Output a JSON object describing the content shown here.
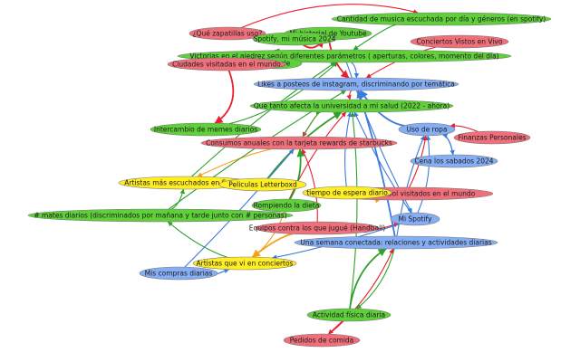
{
  "colors": {
    "red": "#ef6f7b",
    "green": "#5fd03a",
    "blue": "#86aef4",
    "yellow": "#ffee22",
    "edge_red": "#e8202f",
    "edge_green": "#2ea12a",
    "edge_blue": "#3a7bdc",
    "edge_orange": "#f4a01c",
    "node_stroke": "#7a7a7a"
  },
  "nodes": [
    {
      "id": "cantidad",
      "label": "Cantidad de musica escuchada por día y géneros (en spotify)",
      "color": "green"
    },
    {
      "id": "zapatillas",
      "label": "¿Qué zapatillas uso?",
      "color": "red"
    },
    {
      "id": "historial",
      "label": "Mi historial de Youtube",
      "color": "green"
    },
    {
      "id": "conciertos_vistos",
      "label": "Conciertos Vistos en Vivo",
      "color": "red"
    },
    {
      "id": "mimusica",
      "label": "Spotify, mi música 2024",
      "color": "green"
    },
    {
      "id": "victorias",
      "label": "Victorias en el ajedrez según diferentes parámetros ( aperturas, colores, momento del día)",
      "color": "green"
    },
    {
      "id": "google",
      "label": "Google",
      "color": "green"
    },
    {
      "id": "ciudades",
      "label": "Ciudades visitadas en el mundo",
      "color": "red"
    },
    {
      "id": "likes",
      "label": "Likes a posteos de instagram, discriminando por temática",
      "color": "blue"
    },
    {
      "id": "universidad",
      "label": "Que tanto afecta la universidad a mi salud (2022 - ahora)",
      "color": "green"
    },
    {
      "id": "memes",
      "label": "Intercambio de memes diarios",
      "color": "green"
    },
    {
      "id": "ropa",
      "label": "Uso de ropa",
      "color": "blue"
    },
    {
      "id": "finanzas",
      "label": "Finanzas Personales",
      "color": "red"
    },
    {
      "id": "starbucks",
      "label": "Consumos anuales con la tarjeta rewards de starbucks",
      "color": "red"
    },
    {
      "id": "cena",
      "label": "Cena los sabados 2024",
      "color": "blue"
    },
    {
      "id": "artistas_spotify",
      "label": "Artistas más escuchados en Spotify",
      "color": "yellow"
    },
    {
      "id": "letterboxd",
      "label": "Peliculas Letterboxd",
      "color": "yellow"
    },
    {
      "id": "futbol",
      "label": "Estadios de futbol visitados en el mundo",
      "color": "red"
    },
    {
      "id": "espera",
      "label": "tiempo de espera diario",
      "color": "yellow"
    },
    {
      "id": "dieta",
      "label": "Rompiendo la dieta",
      "color": "green"
    },
    {
      "id": "mates",
      "label": "# mates diarios (discriminados por mañana y tarde junto con # personas)",
      "color": "green"
    },
    {
      "id": "mispotify",
      "label": "Mi Spotify",
      "color": "blue"
    },
    {
      "id": "handball",
      "label": "Equipos contra los que jugué (Handball)",
      "color": "red"
    },
    {
      "id": "semana",
      "label": "Una semana conectada: relaciones y actividades diarias",
      "color": "blue"
    },
    {
      "id": "artistas_conciertos",
      "label": "Artistas que vi en conciertos",
      "color": "yellow"
    },
    {
      "id": "compras",
      "label": "Mis compras diarias",
      "color": "blue"
    },
    {
      "id": "actividad",
      "label": "Actividad física diaria",
      "color": "green"
    },
    {
      "id": "pedidos",
      "label": "Pedidos de comida",
      "color": "red"
    }
  ],
  "edges": [
    [
      "mimusica",
      "historial",
      "edge_red"
    ],
    [
      "zapatillas",
      "cantidad",
      "edge_red"
    ],
    [
      "cantidad",
      "victorias",
      "edge_green"
    ],
    [
      "ciudades",
      "victorias",
      "edge_green"
    ],
    [
      "memes",
      "victorias",
      "edge_green"
    ],
    [
      "historial",
      "likes",
      "edge_red"
    ],
    [
      "victorias",
      "likes",
      "edge_blue"
    ],
    [
      "likes",
      "universidad",
      "edge_red"
    ],
    [
      "universidad",
      "starbucks",
      "edge_red"
    ],
    [
      "starbucks",
      "universidad",
      "edge_green"
    ],
    [
      "ropa",
      "likes",
      "edge_blue"
    ],
    [
      "finanzas",
      "ropa",
      "edge_red"
    ],
    [
      "cena",
      "ropa",
      "edge_blue"
    ],
    [
      "ropa",
      "cena",
      "edge_blue"
    ],
    [
      "starbucks",
      "artistas_spotify",
      "edge_orange"
    ],
    [
      "letterboxd",
      "universidad",
      "edge_green"
    ],
    [
      "mates",
      "likes",
      "edge_green"
    ],
    [
      "mates",
      "artistas_spotify",
      "edge_green"
    ],
    [
      "espera",
      "futbol",
      "edge_orange"
    ],
    [
      "dieta",
      "universidad",
      "edge_red"
    ],
    [
      "dieta",
      "starbucks",
      "edge_green"
    ],
    [
      "mispotify",
      "universidad",
      "edge_blue"
    ],
    [
      "mispotify",
      "ropa",
      "edge_blue"
    ],
    [
      "handball",
      "mispotify",
      "edge_red"
    ],
    [
      "semana",
      "ropa",
      "edge_blue"
    ],
    [
      "semana",
      "likes",
      "edge_blue"
    ],
    [
      "artistas_conciertos",
      "dieta",
      "edge_orange"
    ],
    [
      "artistas_conciertos",
      "mates",
      "edge_green"
    ],
    [
      "compras",
      "artistas_conciertos",
      "edge_blue"
    ],
    [
      "compras",
      "starbucks",
      "edge_blue"
    ],
    [
      "actividad",
      "semana",
      "edge_green"
    ],
    [
      "actividad",
      "universidad",
      "edge_green"
    ],
    [
      "actividad",
      "pedidos",
      "edge_red"
    ],
    [
      "pedidos",
      "semana",
      "edge_red"
    ],
    [
      "artistas_spotify",
      "victorias",
      "edge_green"
    ],
    [
      "handball",
      "artistas_conciertos",
      "edge_orange"
    ],
    [
      "semana",
      "actividad",
      "edge_green"
    ],
    [
      "futbol",
      "ropa",
      "edge_red"
    ],
    [
      "espera",
      "universidad",
      "edge_blue"
    ],
    [
      "conciertos_vistos",
      "likes",
      "edge_red"
    ],
    [
      "ciudades",
      "memes",
      "edge_red"
    ],
    [
      "handball",
      "starbucks",
      "edge_red"
    ],
    [
      "mispotify",
      "artistas_conciertos",
      "edge_blue"
    ],
    [
      "victorias",
      "mispotify",
      "edge_blue"
    ]
  ]
}
